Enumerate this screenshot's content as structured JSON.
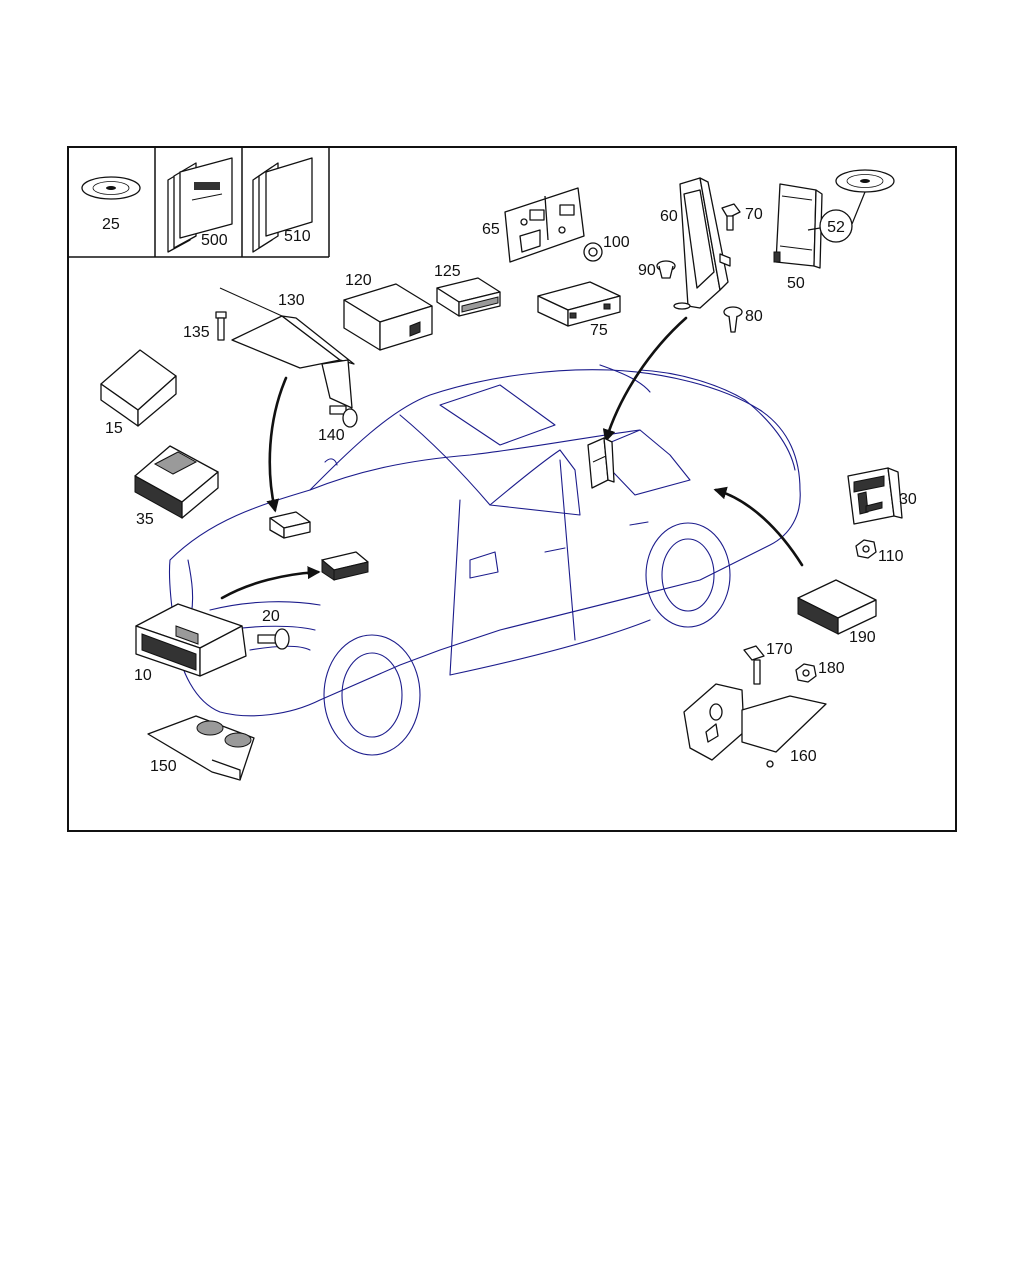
{
  "labels": {
    "p25": "25",
    "p500": "500",
    "p510": "510",
    "p65": "65",
    "p100": "100",
    "p60": "60",
    "p70": "70",
    "p90": "90",
    "p80": "80",
    "p50": "50",
    "p52": "52",
    "p120": "120",
    "p125": "125",
    "p75": "75",
    "p130": "130",
    "p135": "135",
    "p140": "140",
    "p15": "15",
    "p35": "35",
    "p30": "30",
    "p110": "110",
    "p190": "190",
    "p170": "170",
    "p180": "180",
    "p160": "160",
    "p20": "20",
    "p10": "10",
    "p150": "150"
  },
  "colors": {
    "frame": "#111111",
    "vehicle_outline": "#1c1c8c",
    "part": "#111111"
  },
  "icons": {
    "disc": "cd-disc-icon",
    "manual": "manual-booklet-icon"
  }
}
